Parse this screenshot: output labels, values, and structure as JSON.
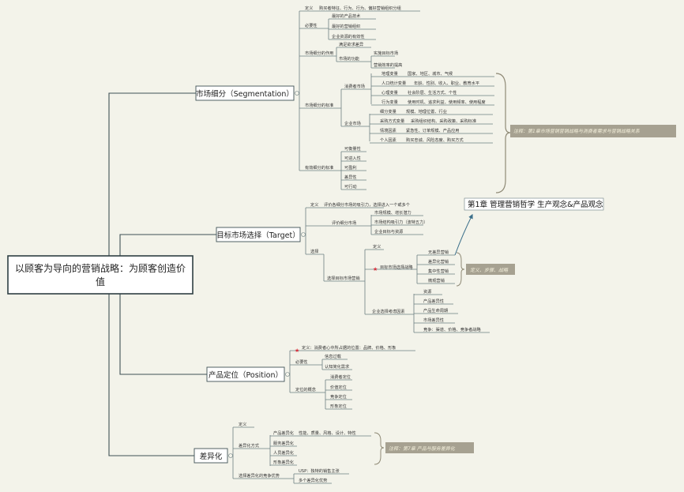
{
  "root": {
    "title_line1": "以顾客为导向的营销战略：为顾客创造价",
    "title_line2": "值"
  },
  "branches": {
    "segmentation": {
      "title": "市场细分（Segmentation）",
      "definition": {
        "label": "定义",
        "text": "购买者特征、行为、行为、偏好营销组织分组"
      },
      "necessity": {
        "label": "必要性",
        "items": [
          "最好的产品技术",
          "最好的营销组织",
          "企业资源的有效性"
        ]
      },
      "function": {
        "label": "市场细分的作用",
        "sub1": "满足欲求差异",
        "sub2": "市场的功能",
        "sub2_items": [
          "实施目标市场",
          "营销效率的提高"
        ]
      },
      "variables": {
        "label": "市场细分的标准",
        "consumer": {
          "label": "消费者市场",
          "items": [
            {
              "k": "地理变量",
              "v": "国家、地区、城市、气候"
            },
            {
              "k": "人口统计变量",
              "v": "年龄、性别、收入、职业、教育水平"
            },
            {
              "k": "心理变量",
              "v": "社会阶层、生活方式、个性"
            },
            {
              "k": "行为变量",
              "v": "使用时机、追求利益、使用频率、使用程度"
            }
          ]
        },
        "business": {
          "label": "企业市场",
          "items": [
            {
              "k": "细分变量",
              "v": "规模、地理位置、行业"
            },
            {
              "k": "采购方式变量",
              "v": "采购组织结构、采购政策、采购标准"
            },
            {
              "k": "情境因素",
              "v": "紧急性、订单规模、产品应用"
            },
            {
              "k": "个人因素",
              "v": "购买忠诚、风险态度、购买方式"
            }
          ]
        }
      },
      "effective": {
        "label": "有效细分的标准",
        "items": [
          "可衡量性",
          "可进入性",
          "可盈利",
          "差异性",
          "可行动"
        ]
      }
    },
    "targeting": {
      "title": "目标市场选择（Target）",
      "definition": {
        "label": "定义",
        "text": "评价各细分市场的吸引力，选择进入一个或多个"
      },
      "evaluate": {
        "label": "评价细分市场",
        "items": [
          "市场规模、增长潜力",
          "市场结构吸引力（波特五力）",
          "企业目标与资源"
        ]
      },
      "select": {
        "label": "选择",
        "target_label": "选择目标市场营销",
        "strategy": {
          "label": "目标市场选择战略",
          "sub_label": "定义",
          "items": [
            "无差异营销",
            "差异化营销",
            "集中性营销",
            "微观营销"
          ]
        },
        "factors": {
          "label": "企业选择考虑因素",
          "items": [
            "资源",
            "产品差异性",
            "产品生命周期",
            "市场差异性",
            "竞争：渠道、价格、竞争者战略"
          ]
        }
      }
    },
    "positioning": {
      "title": "产品定位（Position）",
      "definition": {
        "label": "定义：消费者心中所占据的位置：品牌、价格、形象",
        "prefix": "★"
      },
      "needs": {
        "label": "必要性",
        "items": [
          "信息过载",
          "认知简化需求"
        ]
      },
      "ways": {
        "label": "定位的概念",
        "items": [
          "消费者定位",
          "价值定位",
          "竞争定位",
          "形象定位"
        ]
      }
    },
    "differentiation": {
      "title": "差异化",
      "definition": {
        "label": "定义"
      },
      "ways": {
        "label": "差异化方式",
        "items": [
          {
            "k": "产品差异化",
            "v": "性能、质量、风格、设计、特性"
          },
          {
            "k": "服务差异化",
            "v": ""
          },
          {
            "k": "人员差异化",
            "v": ""
          },
          {
            "k": "形象差异化",
            "v": ""
          }
        ]
      },
      "choose": {
        "label": "选择差异化的竞争优势",
        "items": [
          "USP：独特的销售主张",
          "多个差异化优势"
        ]
      }
    }
  },
  "notes": {
    "segmentation": "注释：第1章市场营销营销战略与消费者需求与营销战略关系",
    "targeting": "定义、步骤、战略",
    "differentiation": "注释：第7章 产品与服务差异化"
  },
  "link_topic": "第1章 管理营销哲学 生产观念&产品观念",
  "colors": {
    "background": "#f3f3ea",
    "line": "#6c7f82",
    "note_bg": "#a6a191",
    "root_border": "#2e3f43"
  }
}
